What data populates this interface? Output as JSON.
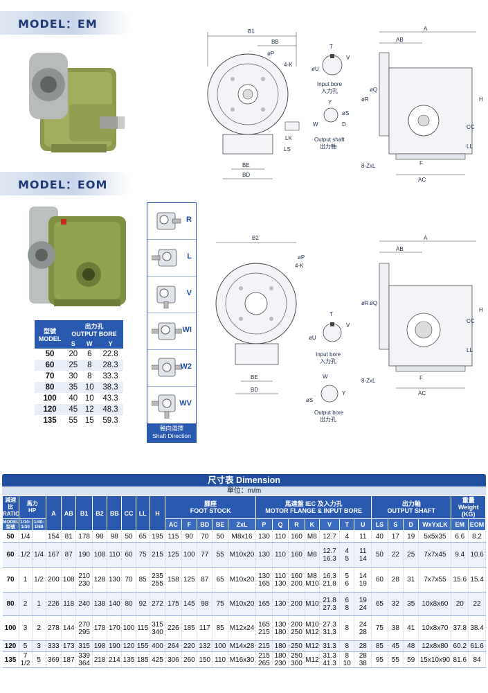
{
  "banners": {
    "em": "MODEL：EM",
    "eom": "MODEL：EOM"
  },
  "em_drawing": {
    "front": {
      "b1": "B1",
      "bb": "BB",
      "p": "øP",
      "k": "4-K",
      "lk": "LK",
      "ls": "LS",
      "be": "BE",
      "bd": "BD"
    },
    "input_bore": {
      "t": "T",
      "v": "V",
      "u": "øU",
      "caption_en": "Input bore",
      "caption_zh": "入力孔"
    },
    "output_shaft": {
      "y": "Y",
      "s": "øS",
      "w": "W",
      "d": "D",
      "caption_en": "Output shaft",
      "caption_zh": "出力軸"
    },
    "side": {
      "a": "A",
      "ab": "AB",
      "r": "øR",
      "q": "øQ",
      "h": "H",
      "cc": "CC",
      "ll": "LL",
      "zxl": "8-ZxL",
      "f": "F",
      "ac": "AC"
    }
  },
  "eom_drawing": {
    "front": {
      "b2": "B2",
      "p": "øP",
      "k": "4-K",
      "be": "BE",
      "bd": "BD"
    },
    "input_bore": {
      "t": "T",
      "v": "V",
      "u": "øU",
      "caption_en": "Input bore",
      "caption_zh": "入力孔"
    },
    "output_bore": {
      "w": "W",
      "y": "Y",
      "s": "øS",
      "caption_en": "Output bore",
      "caption_zh": "出力孔"
    },
    "side": {
      "a": "A",
      "ab": "AB",
      "r": "øR",
      "q": "øQ",
      "h": "H",
      "cc": "CC",
      "ll": "LL",
      "zxl": "8-ZxL",
      "f": "F",
      "ac": "AC"
    }
  },
  "bore_table": {
    "header_model_zh": "型號",
    "header_model_en": "MODEL",
    "header_bore_zh": "出力孔",
    "header_bore_en": "OUTPUT BORE",
    "cols": [
      "S",
      "W",
      "Y"
    ],
    "rows": [
      {
        "model": "50",
        "s": "20",
        "w": "6",
        "y": "22.8"
      },
      {
        "model": "60",
        "s": "25",
        "w": "8",
        "y": "28.3"
      },
      {
        "model": "70",
        "s": "30",
        "w": "8",
        "y": "33.3"
      },
      {
        "model": "80",
        "s": "35",
        "w": "10",
        "y": "38.3"
      },
      {
        "model": "100",
        "s": "40",
        "w": "10",
        "y": "43.3"
      },
      {
        "model": "120",
        "s": "45",
        "w": "12",
        "y": "48.3"
      },
      {
        "model": "135",
        "s": "55",
        "w": "15",
        "y": "59.3"
      }
    ]
  },
  "shaft_direction": {
    "items": [
      "R",
      "L",
      "V",
      "WI",
      "W2",
      "WV"
    ],
    "caption_zh": "軸向選擇",
    "caption_en": "Shaft Direction"
  },
  "dimension_table": {
    "title": "尺寸表 Dimension",
    "unit": "單位：m/m",
    "h": {
      "ratio_zh": "減速比",
      "ratio_en": "RATIO",
      "hp_zh": "馬力",
      "hp_en": "HP",
      "a": "A",
      "ab": "AB",
      "b1": "B1",
      "b2": "B2",
      "bb": "BB",
      "cc": "CC",
      "ll": "LL",
      "hh": "H",
      "foot_zh": "腳座",
      "foot_en": "FOOT STOCK",
      "motor_zh": "馬達盤 IEC 及入力孔",
      "motor_en": "MOTOR FLANGE & INPUT BORE",
      "out_zh": "出力軸",
      "out_en": "OUTPUT SHAFT",
      "weight_zh": "重量",
      "weight_en": "Weight",
      "weight_unit": "(KG)",
      "model_en": "MODEL",
      "model_zh": "型號",
      "r1": "1/10-1/30",
      "r2": "1/40-1/60",
      "ac": "AC",
      "f": "F",
      "bd": "BD",
      "be": "BE",
      "zxl": "ZxL",
      "p": "P",
      "q": "Q",
      "r": "R",
      "k": "K",
      "v": "V",
      "t": "T",
      "u": "U",
      "ls": "LS",
      "s": "S",
      "d": "D",
      "wyl": "WxYxLK",
      "em": "EM",
      "eom": "EOM"
    },
    "rows": [
      {
        "model": "50",
        "hp1": "1/4",
        "hp2": "",
        "a": "154",
        "ab": "81",
        "b1": "178",
        "b2": "98",
        "bb": "98",
        "cc": "50",
        "ll": "65",
        "h": "195",
        "ac": "115",
        "f": "90",
        "bd": "70",
        "be": "50",
        "zxl": "M8x16",
        "p": "130",
        "q": "110",
        "r": "160",
        "k": "M8",
        "v": "12.7",
        "t": "4",
        "u": "11",
        "ls": "40",
        "s": "17",
        "d": "19",
        "wyl": "5x5x35",
        "em": "6.6",
        "eom": "8.2"
      },
      {
        "model": "60",
        "hp1": "1/2",
        "hp2": "1/4",
        "a": "167",
        "ab": "87",
        "b1": "190",
        "b2": "108",
        "bb": "110",
        "cc": "60",
        "ll": "75",
        "h": "215",
        "ac": "125",
        "f": "100",
        "bd": "77",
        "be": "55",
        "zxl": "M10x20",
        "p": "130",
        "q": "110",
        "r": "160",
        "k": "M8",
        "v": "12.7",
        "v2": "16.3",
        "t": "4",
        "t2": "5",
        "u": "11",
        "u2": "14",
        "ls": "50",
        "s": "22",
        "d": "25",
        "wyl": "7x7x45",
        "em": "9.4",
        "eom": "10.6"
      },
      {
        "model": "70",
        "hp1": "1",
        "hp2": "1/2",
        "a": "200",
        "ab": "108",
        "b1": "210",
        "b1b": "230",
        "b2": "128",
        "bb": "130",
        "cc": "70",
        "ll": "85",
        "h": "235",
        "h2": "255",
        "ac": "158",
        "f": "125",
        "bd": "87",
        "be": "65",
        "zxl": "M10x20",
        "p": "130",
        "p2": "165",
        "q": "110",
        "q2": "130",
        "r": "160",
        "r2": "200",
        "k": "M8",
        "k2": "M10",
        "v": "16.3",
        "v2": "21.8",
        "t": "5",
        "t2": "6",
        "u": "14",
        "u2": "19",
        "ls": "60",
        "s": "28",
        "d": "31",
        "wyl": "7x7x55",
        "em": "15.6",
        "eom": "15.4"
      },
      {
        "model": "80",
        "hp1": "2",
        "hp2": "1",
        "a": "226",
        "ab": "118",
        "b1": "240",
        "b2": "138",
        "bb": "140",
        "cc": "80",
        "ll": "92",
        "h": "272",
        "ac": "175",
        "f": "145",
        "bd": "98",
        "be": "75",
        "zxl": "M10x20",
        "p": "165",
        "q": "130",
        "r": "200",
        "k": "M10",
        "v": "21.8",
        "v2": "27.3",
        "t": "6",
        "t2": "8",
        "u": "19",
        "u2": "24",
        "ls": "65",
        "s": "32",
        "d": "35",
        "wyl": "10x8x60",
        "em": "20",
        "eom": "22"
      },
      {
        "model": "100",
        "hp1": "3",
        "hp2": "2",
        "a": "278",
        "ab": "144",
        "b1": "270",
        "b1b": "295",
        "b2": "178",
        "bb": "170",
        "cc": "100",
        "ll": "115",
        "h": "315",
        "h2": "340",
        "ac": "226",
        "f": "185",
        "bd": "117",
        "be": "85",
        "zxl": "M12x24",
        "p": "165",
        "p2": "215",
        "q": "130",
        "q2": "180",
        "r": "200",
        "r2": "250",
        "k": "M10",
        "k2": "M12",
        "v": "27.3",
        "v2": "31.3",
        "t": "8",
        "u": "24",
        "u2": "28",
        "ls": "75",
        "s": "38",
        "d": "41",
        "wyl": "10x8x70",
        "em": "37.8",
        "eom": "38.4"
      },
      {
        "model": "120",
        "hp1": "5",
        "hp2": "3",
        "a": "333",
        "ab": "173",
        "b1": "315",
        "b2": "198",
        "bb": "190",
        "cc": "120",
        "ll": "155",
        "h": "400",
        "ac": "264",
        "f": "220",
        "bd": "132",
        "be": "100",
        "zxl": "M14x28",
        "p": "215",
        "q": "180",
        "r": "250",
        "k": "M12",
        "v": "31.3",
        "t": "8",
        "u": "28",
        "ls": "85",
        "s": "45",
        "d": "48",
        "wyl": "12x8x80",
        "em": "60.2",
        "eom": "61.6"
      },
      {
        "model": "135",
        "hp1": "7 1/2",
        "hp2": "5",
        "a": "369",
        "ab": "187",
        "b1": "339",
        "b1b": "364",
        "b2": "218",
        "bb": "214",
        "cc": "135",
        "ll": "185",
        "h": "425",
        "ac": "306",
        "f": "260",
        "bd": "150",
        "be": "110",
        "zxl": "M16x30",
        "p": "215",
        "p2": "265",
        "q": "180",
        "q2": "230",
        "r": "250",
        "r2": "300",
        "k": "M12",
        "v": "31.3",
        "v2": "41.3",
        "t": "8",
        "t2": "10",
        "u": "28",
        "u2": "38",
        "ls": "95",
        "s": "55",
        "d": "59",
        "wyl": "15x10x90",
        "em": "81.6",
        "eom": "84"
      }
    ]
  }
}
